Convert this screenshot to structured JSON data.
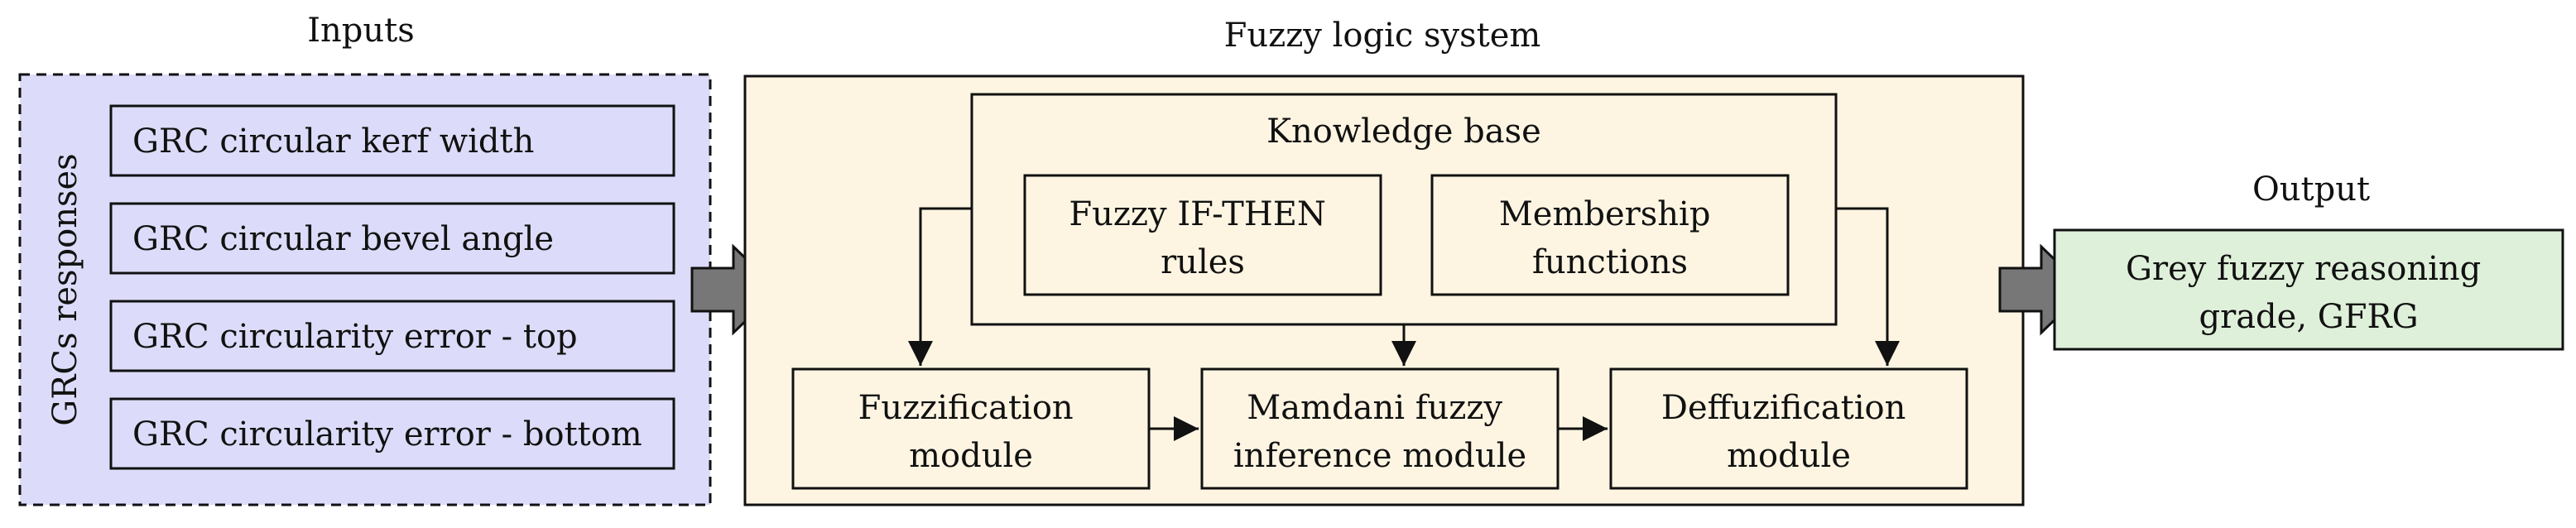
{
  "colors": {
    "inputs_fill": "#dcdcfa",
    "fls_fill": "#fdf5e2",
    "output_fill": "#dff0da",
    "block_fill": "#fdf5e2",
    "arrow_fill": "#777777",
    "stroke": "#111111"
  },
  "inputs": {
    "title": "Inputs",
    "group_label": "GRCs responses",
    "items": [
      "GRC circular kerf width",
      "GRC circular bevel angle",
      "GRC circularity error - top",
      "GRC circularity error - bottom"
    ]
  },
  "fuzzy_system": {
    "title": "Fuzzy logic system",
    "knowledge_base": {
      "title": "Knowledge base",
      "rules": [
        "Fuzzy IF-THEN",
        "rules"
      ],
      "membership": [
        "Membership",
        "functions"
      ]
    },
    "fuzzification": [
      "Fuzzification",
      "module"
    ],
    "inference": [
      "Mamdani fuzzy",
      "inference module"
    ],
    "defuzzification": [
      "Deffuzification",
      "module"
    ]
  },
  "output": {
    "title": "Output",
    "lines": [
      "Grey fuzzy reasoning",
      "grade, GFRG"
    ]
  }
}
